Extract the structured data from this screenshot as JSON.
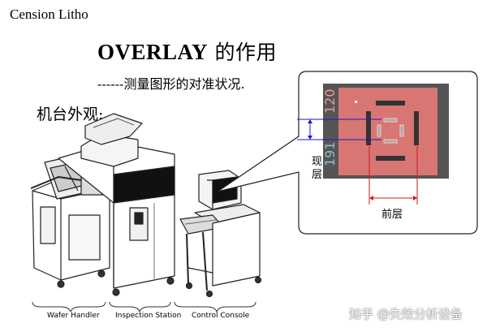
{
  "slide": {
    "company": "Cension Litho",
    "title_en": "OVERLAY",
    "title_cn": " 的作用",
    "subtitle": "------测量图形的对准状况.",
    "machine_label": "机台外观:"
  },
  "stations": {
    "wafer_handler": "Wafer Handler",
    "inspection_station": "Inspection Station",
    "control_console": "Control Console"
  },
  "inset": {
    "digits_top": "120",
    "digits_left": "191",
    "current_layer": "现层",
    "previous_layer": "前层"
  },
  "watermark": "知乎 @失效分析设备"
}
